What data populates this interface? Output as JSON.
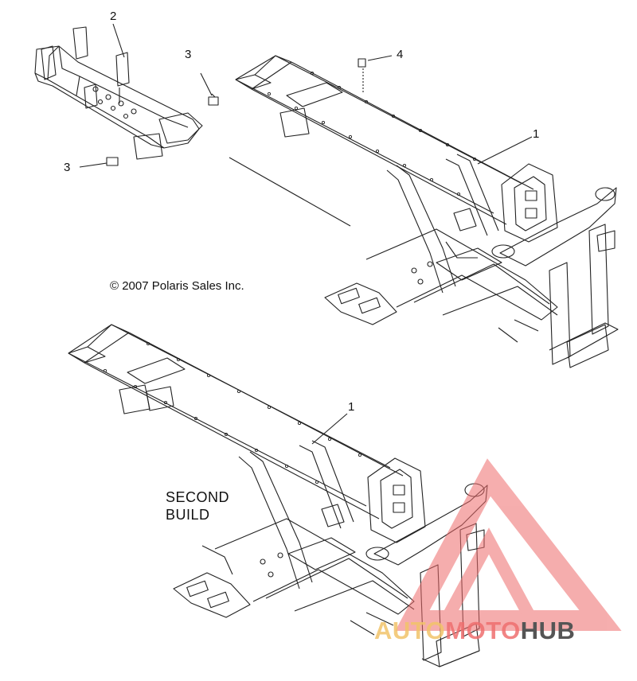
{
  "callouts": {
    "c2": "2",
    "c3a": "3",
    "c3b": "3",
    "c4": "4",
    "c1a": "1",
    "c1b": "1"
  },
  "copyright": "© 2007 Polaris Sales Inc.",
  "second_build": {
    "line1": "SECOND",
    "line2": "BUILD"
  },
  "watermark": {
    "part1": "AUTO",
    "part2": "MOTO",
    "part3": "HUB"
  },
  "colors": {
    "line": "#222222",
    "logo_red": "#ee6b6b",
    "logo_gold": "#f2c46a",
    "logo_gray": "#555555"
  }
}
